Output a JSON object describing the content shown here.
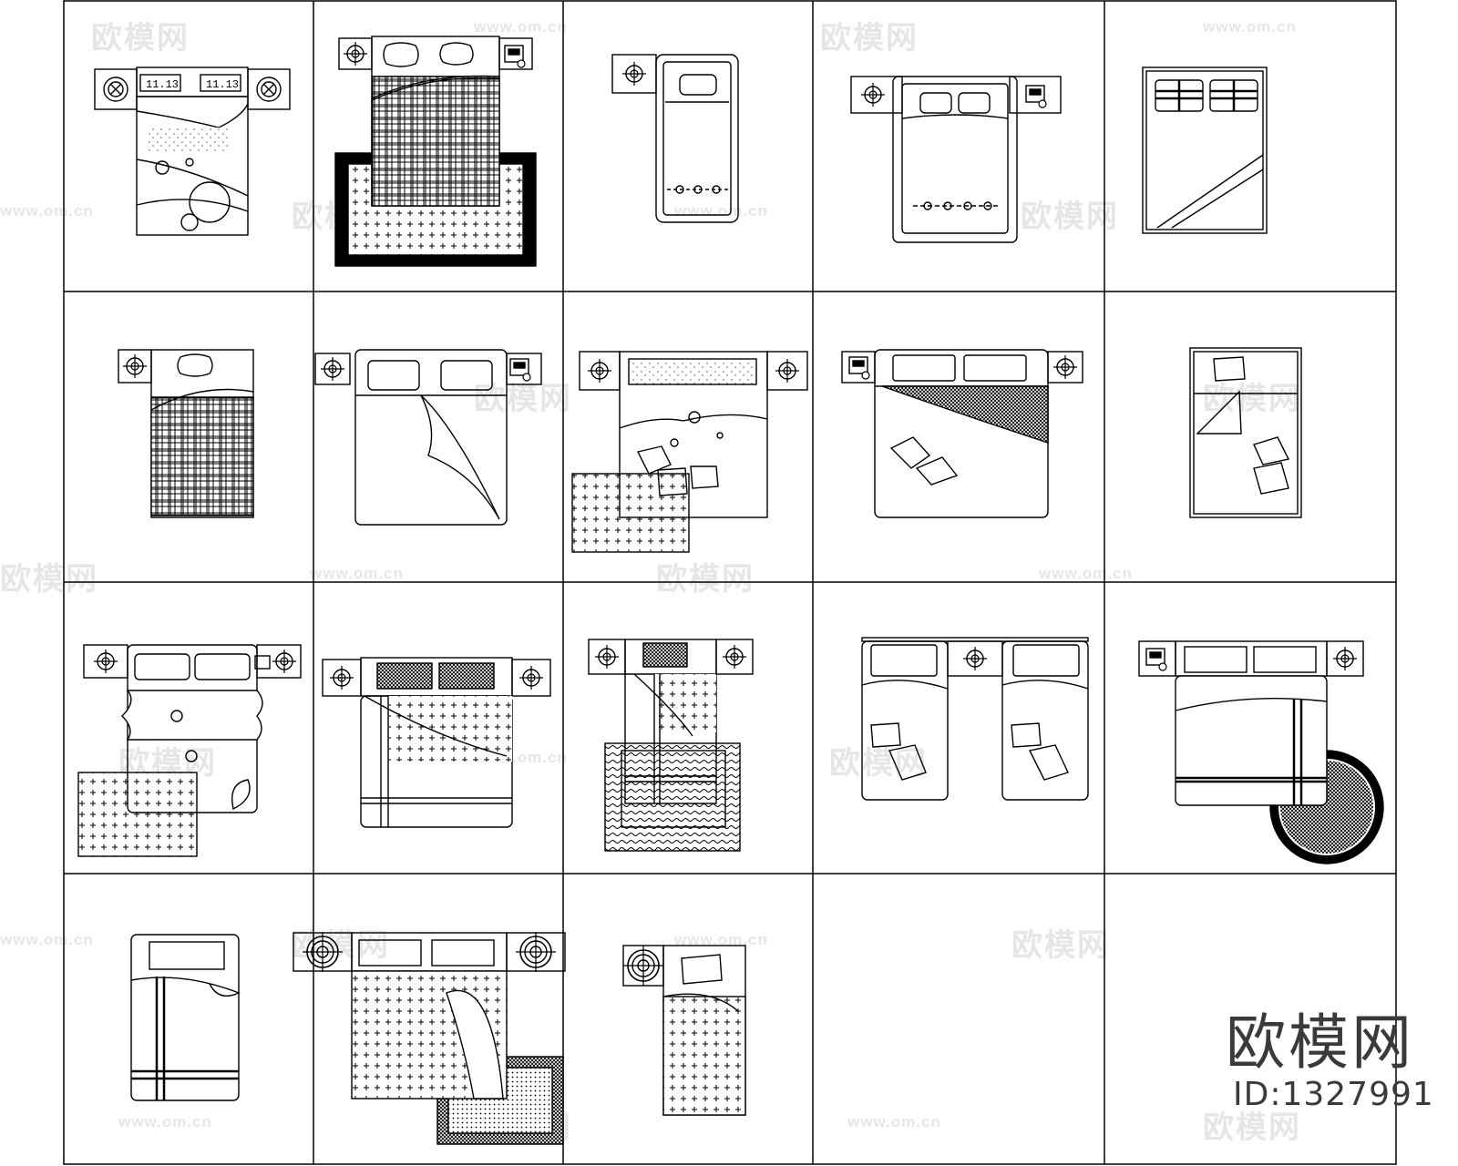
{
  "watermark": {
    "brand_text": "欧模网",
    "url_text": "www.om.cn"
  },
  "brand": {
    "name": "欧模网",
    "id_label": "ID:1327991"
  },
  "nightstand_labels": {
    "clock_1": "11.13",
    "clock_2": "11.13"
  },
  "grid": {
    "rows": 4,
    "columns": 5,
    "filled_cells": 18,
    "blank_cells": 2
  },
  "colors": {
    "line": "#000000",
    "background": "#ffffff",
    "watermark": "#e6e6e6"
  }
}
